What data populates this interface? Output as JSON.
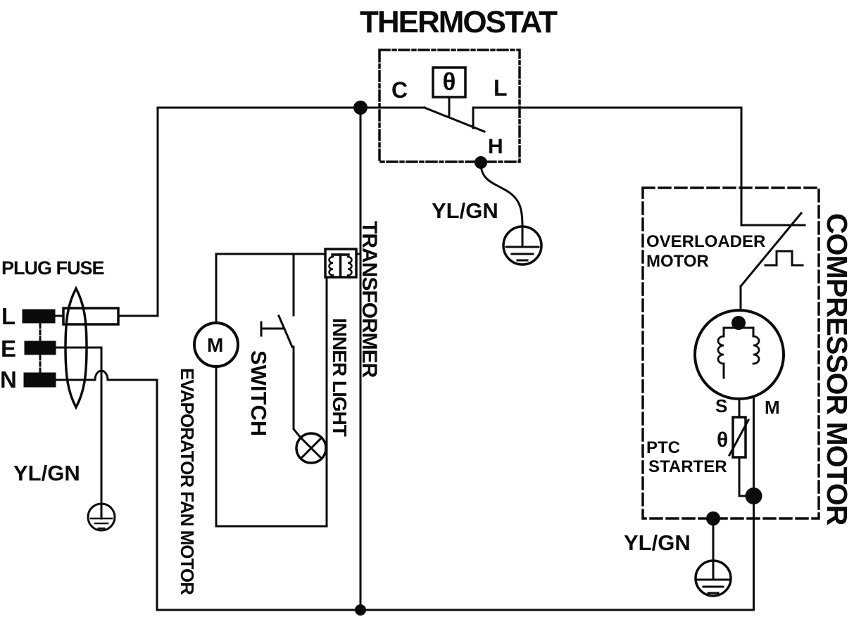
{
  "title": "THERMOSTAT",
  "plug": {
    "label": "PLUG FUSE",
    "terminals": [
      "L",
      "E",
      "N"
    ]
  },
  "grounds": {
    "left": "YL/GN",
    "thermostat": "YL/GN",
    "compressor": "YL/GN"
  },
  "thermostat": {
    "c": "C",
    "l": "L",
    "h": "H",
    "theta": "θ"
  },
  "middle": {
    "motor_letter": "M",
    "evap_label": "EVAPORATOR FAN MOTOR",
    "switch_label": "SWITCH",
    "inner_light_label": "INNER LIGHT",
    "transformer_label": "TRANSFORMER"
  },
  "compressor": {
    "label": "COMPRESSOR MOTOR",
    "overloader_line1": "OVERLOADER",
    "overloader_line2": "MOTOR",
    "ptc_line1": "PTC",
    "ptc_line2": "STARTER",
    "s": "S",
    "m": "M",
    "theta": "θ"
  },
  "colors": {
    "ink": "#0b0b0b",
    "background": "#ffffff"
  }
}
